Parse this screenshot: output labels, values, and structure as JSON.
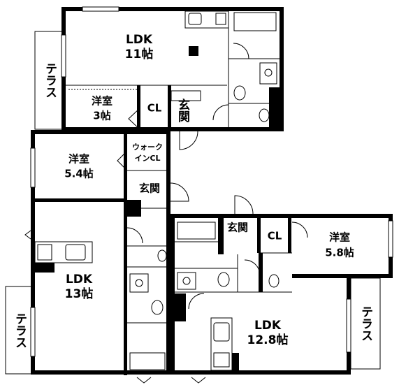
{
  "unit_a": {
    "ldk": {
      "name": "LDK",
      "size": "11帖"
    },
    "bedroom": {
      "name": "洋室",
      "size": "3帖"
    },
    "closet": "CL",
    "entrance": "玄関",
    "terrace": "テラス"
  },
  "unit_b": {
    "bedroom": {
      "name": "洋室",
      "size": "5.4帖"
    },
    "walk_in_closet": [
      "ウォーク",
      "インCL"
    ],
    "entrance": "玄関",
    "ldk": {
      "name": "LDK",
      "size": "13帖"
    },
    "terrace": "テラス"
  },
  "unit_c": {
    "entrance": "玄関",
    "closet": "CL",
    "bedroom": {
      "name": "洋室",
      "size": "5.8帖"
    },
    "ldk": {
      "name": "LDK",
      "size": "12.8帖"
    },
    "terrace": "テラス"
  }
}
